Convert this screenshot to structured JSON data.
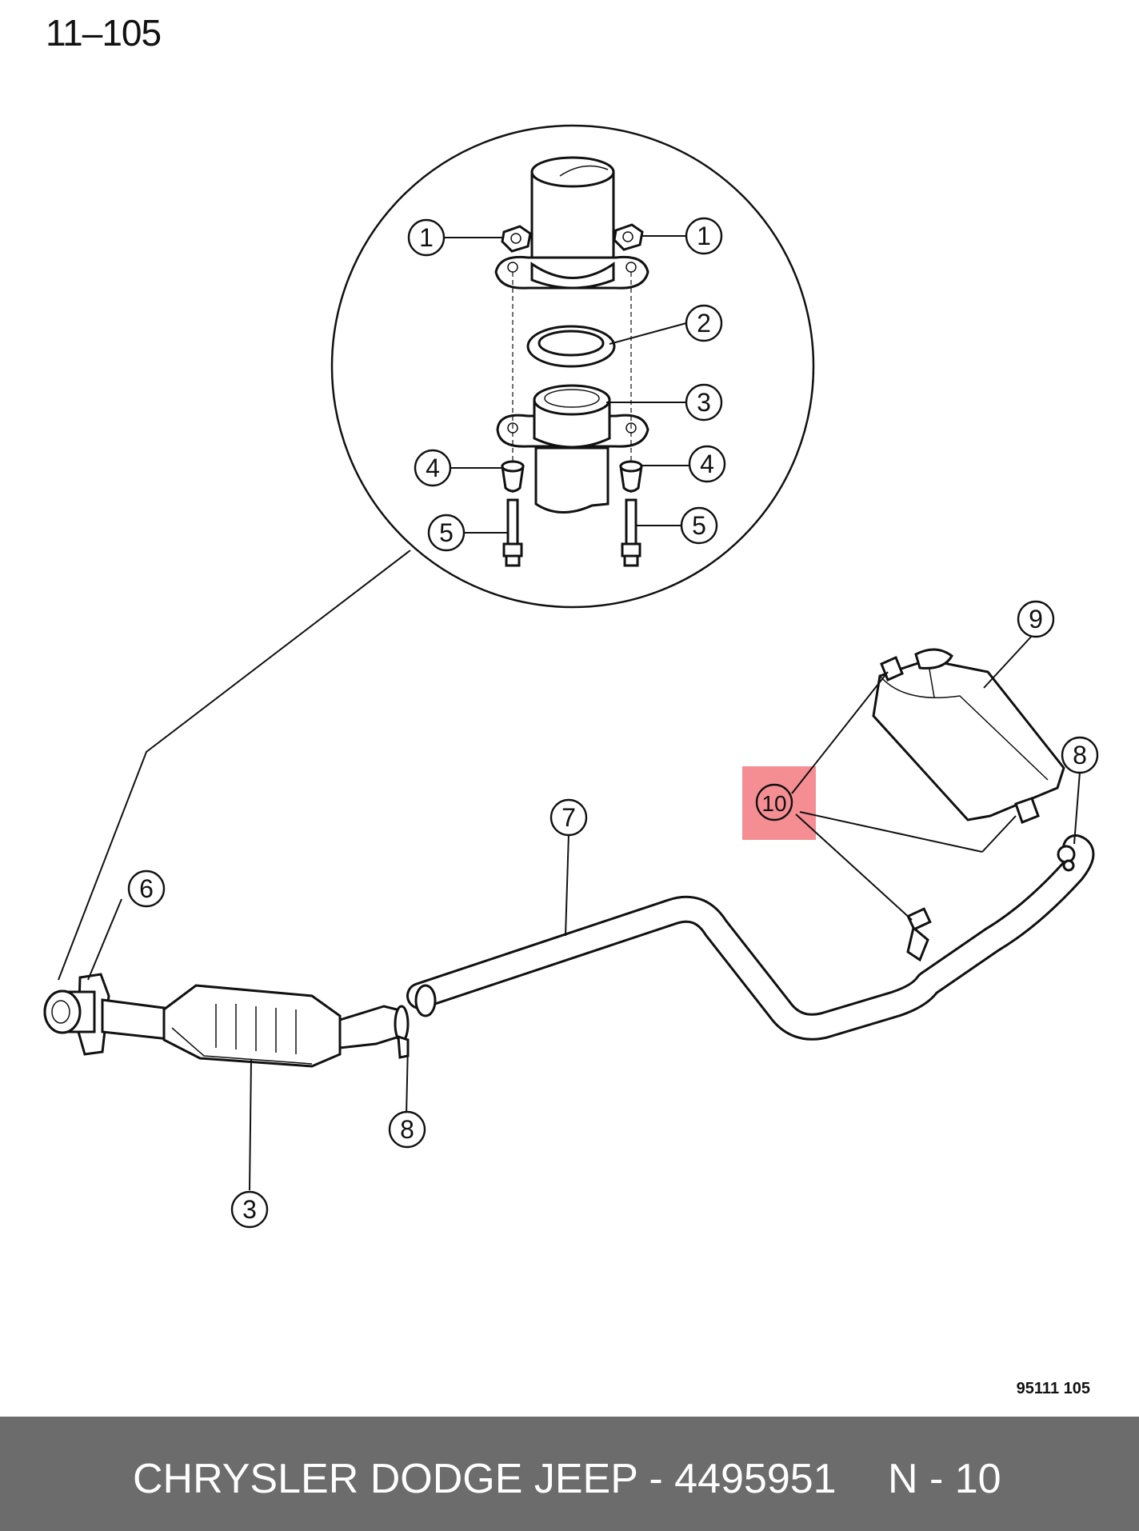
{
  "page_number": "11–105",
  "reference_code": "95111 105",
  "highlight_color": "#f27a80",
  "callouts": {
    "c1a": "1",
    "c1b": "1",
    "c2": "2",
    "c3a": "3",
    "c3b": "3",
    "c4a": "4",
    "c4b": "4",
    "c5a": "5",
    "c5b": "5",
    "c6": "6",
    "c7": "7",
    "c8a": "8",
    "c8b": "8",
    "c9": "9",
    "c10": "10"
  },
  "footer": {
    "brand_text": "CHRYSLER DODGE JEEP - 4495951",
    "part_label": "N - 10",
    "background": "#6c6c6c"
  }
}
